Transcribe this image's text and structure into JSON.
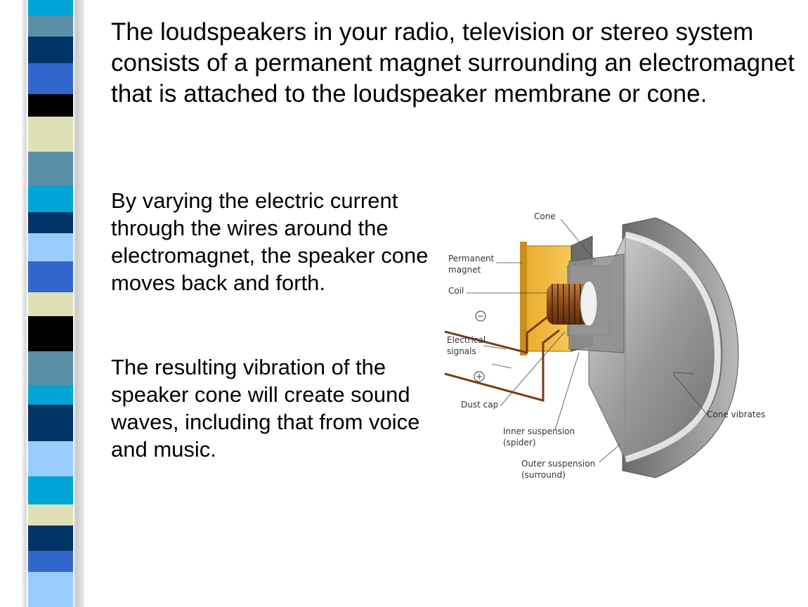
{
  "slide": {
    "intro": "The loudspeakers in your radio, television or stereo system consists of a permanent magnet surrounding an electromagnet that is attached to the loudspeaker membrane or cone.",
    "paragraph1": "By varying the electric current through the wires around the electromagnet, the speaker cone moves back and forth.",
    "paragraph2": "The resulting vibration of the speaker cone will create sound waves, including that from voice and music."
  },
  "diagram": {
    "labels": {
      "cone": "Cone",
      "permanent_magnet_1": "Permanent",
      "permanent_magnet_2": "magnet",
      "coil": "Coil",
      "minus": "−",
      "electrical_signals_1": "Electrical",
      "electrical_signals_2": "signals",
      "plus": "+",
      "dust_cap": "Dust cap",
      "inner_suspension_1": "Inner suspension",
      "inner_suspension_2": "(spider)",
      "outer_suspension_1": "Outer suspension",
      "outer_suspension_2": "(surround)",
      "cone_vibrates": "Cone vibrates"
    }
  },
  "colors": {
    "bar_palette": [
      "#00a5d6",
      "#5a8fa8",
      "#003366",
      "#3366cc",
      "#000000",
      "#e0e0b8",
      "#99ccff"
    ]
  }
}
